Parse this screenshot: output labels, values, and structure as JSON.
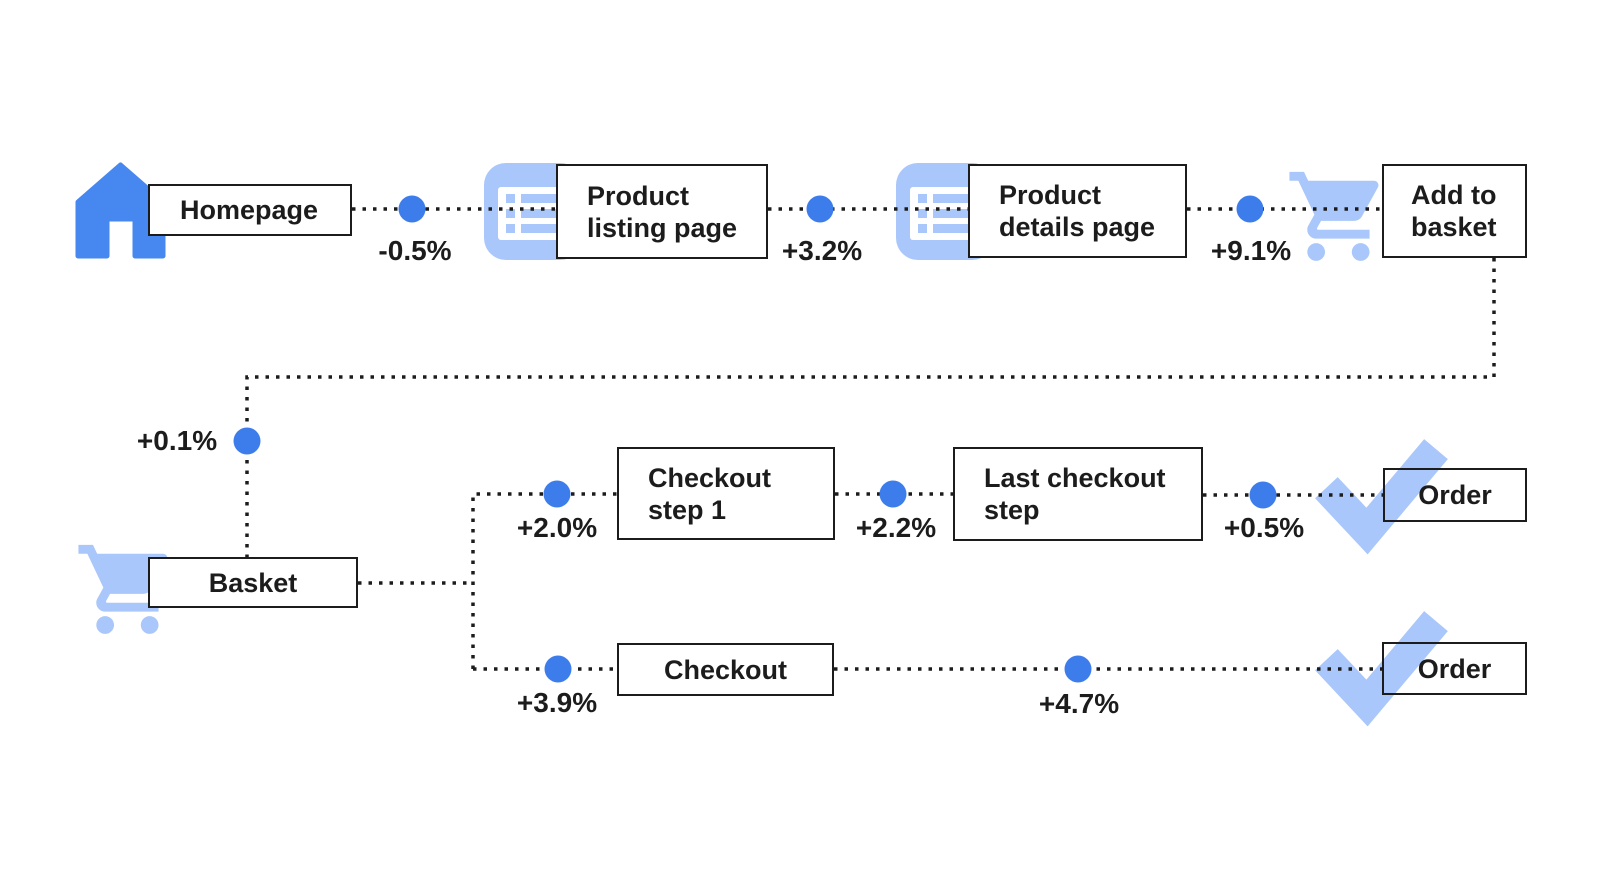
{
  "diagram": {
    "type": "user-flow-funnel",
    "description": "E-commerce page flow with percentage change on each transition"
  },
  "colors": {
    "accent_blue": "#3D7DEB",
    "house_blue": "#4687F0",
    "light_blue": "#A9C7FA",
    "line_black": "#1c1c1c",
    "box_border": "#1c1c1c",
    "background": "#ffffff"
  },
  "icons": {
    "homepage": "home-icon",
    "product_listing": "list-page-icon",
    "product_details": "list-page-icon",
    "add_to_basket": "shopping-cart-icon",
    "basket": "shopping-cart-icon",
    "order_top": "checkmark-icon",
    "order_bottom": "checkmark-icon",
    "transition_marker": "blue-dot"
  },
  "nodes": {
    "homepage": {
      "label": "Homepage"
    },
    "product_listing": {
      "line1": "Product",
      "line2": "listing page"
    },
    "product_details": {
      "line1": "Product",
      "line2": "details page"
    },
    "add_to_basket": {
      "line1": "Add to",
      "line2": "basket"
    },
    "basket": {
      "label": "Basket"
    },
    "checkout_step1": {
      "line1": "Checkout",
      "line2": "step 1"
    },
    "last_checkout_step": {
      "line1": "Last checkout",
      "line2": "step"
    },
    "order_top": {
      "label": "Order"
    },
    "checkout": {
      "label": "Checkout"
    },
    "order_bottom": {
      "label": "Order"
    }
  },
  "deltas": {
    "homepage_to_listing": "-0.5%",
    "listing_to_details": "+3.2%",
    "details_to_add_to_basket": "+9.1%",
    "add_to_basket_to_basket": "+0.1%",
    "basket_to_checkout_step1": "+2.0%",
    "checkout_step1_to_last_checkout": "+2.2%",
    "last_checkout_to_order": "+0.5%",
    "basket_to_checkout": "+3.9%",
    "checkout_to_order": "+4.7%"
  }
}
